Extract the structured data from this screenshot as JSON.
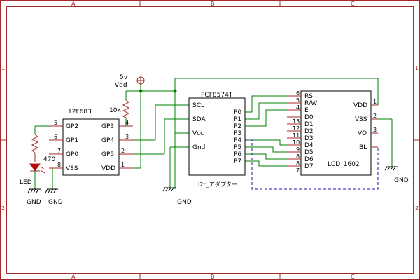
{
  "frame": {
    "cols_top": [
      "A",
      "B",
      "C"
    ],
    "cols_bottom": [
      "A",
      "B",
      "C"
    ],
    "rows_left": [
      "1",
      "2"
    ],
    "rows_right": [
      "1",
      "2"
    ]
  },
  "ic1": {
    "name": "12F683",
    "pins_left": [
      {
        "num": "5",
        "label": "GP2"
      },
      {
        "num": "6",
        "label": "GP1"
      },
      {
        "num": "7",
        "label": "GP0"
      },
      {
        "num": "8",
        "label": "VSS"
      }
    ],
    "pins_right": [
      {
        "num": "4",
        "label": "GP3"
      },
      {
        "num": "3",
        "label": "GP4"
      },
      {
        "num": "2",
        "label": "GP5"
      },
      {
        "num": "1",
        "label": "VDD"
      }
    ]
  },
  "ic2": {
    "name": "PCF8574T",
    "sublabel": "I2c_アダプター",
    "pins_left": [
      "SCL",
      "SDA",
      "Vcc",
      "Gnd"
    ],
    "pins_right": [
      "P0",
      "P1",
      "P2",
      "P3",
      "P4",
      "P5",
      "P6",
      "P7"
    ]
  },
  "lcd": {
    "name": "LCD_1602",
    "pins_left": [
      {
        "num": "6",
        "label": "RS"
      },
      {
        "num": "5",
        "label": "R/W"
      },
      {
        "num": "4",
        "label": "E"
      },
      {
        "num": "13",
        "label": "D0"
      },
      {
        "num": "12",
        "label": "D1"
      },
      {
        "num": "11",
        "label": "D2"
      },
      {
        "num": "10",
        "label": "D3"
      },
      {
        "num": "9",
        "label": "D4"
      },
      {
        "num": "8",
        "label": "D5"
      },
      {
        "num": "8",
        "label": "D6"
      },
      {
        "num": "7",
        "label": "D7"
      }
    ],
    "pins_right": [
      {
        "num": "1",
        "label": "VDD"
      },
      {
        "num": "2",
        "label": "VSS"
      },
      {
        "num": "3",
        "label": "VO"
      },
      {
        "num": "",
        "label": "BL"
      }
    ]
  },
  "power": {
    "voltage": "5v",
    "net": "Vdd"
  },
  "resistor_pullup": "10k",
  "resistor_led": "470",
  "led_label": "LED",
  "gnd_labels": {
    "led": "GND",
    "ic1": "GND",
    "ic2": "GND",
    "lcd": "GND"
  }
}
